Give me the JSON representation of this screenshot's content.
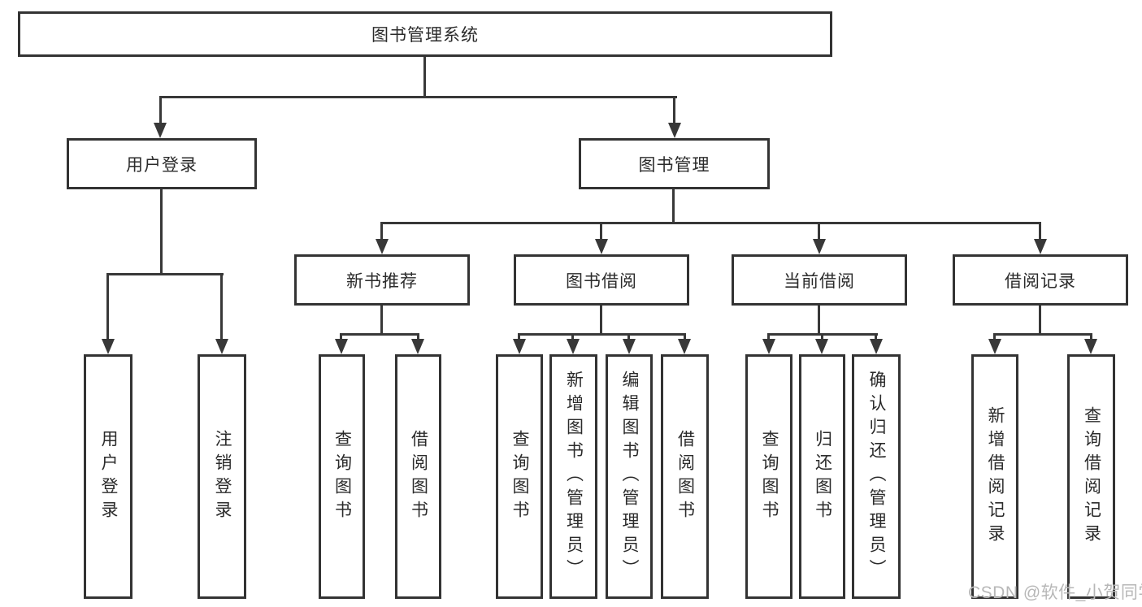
{
  "diagram": {
    "title": "图书管理系统",
    "nodes": {
      "root": {
        "label": "图书管理系统"
      },
      "user_login": {
        "label": "用户登录",
        "children": [
          {
            "label": "用户登录"
          },
          {
            "label": "注销登录"
          }
        ]
      },
      "book_management": {
        "label": "图书管理",
        "children": [
          {
            "label": "新书推荐",
            "children": [
              {
                "label": "查询图书"
              },
              {
                "label": "借阅图书"
              }
            ]
          },
          {
            "label": "图书借阅",
            "children": [
              {
                "label": "查询图书"
              },
              {
                "label": "新增图书（管理员）"
              },
              {
                "label": "编辑图书（管理员）"
              },
              {
                "label": "借阅图书"
              }
            ]
          },
          {
            "label": "当前借阅",
            "children": [
              {
                "label": "查询图书"
              },
              {
                "label": "归还图书"
              },
              {
                "label": "确认归还（管理员）"
              }
            ]
          },
          {
            "label": "借阅记录",
            "children": [
              {
                "label": "新增借阅记录"
              },
              {
                "label": "查询借阅记录"
              }
            ]
          }
        ]
      }
    }
  },
  "watermark": {
    "text": "CSDN @软件_小贺同学"
  },
  "colors": {
    "line": "#383838",
    "border": "#333333",
    "text": "#2b2b2b",
    "watermark": "#b7b7b7",
    "background": "#ffffff"
  }
}
